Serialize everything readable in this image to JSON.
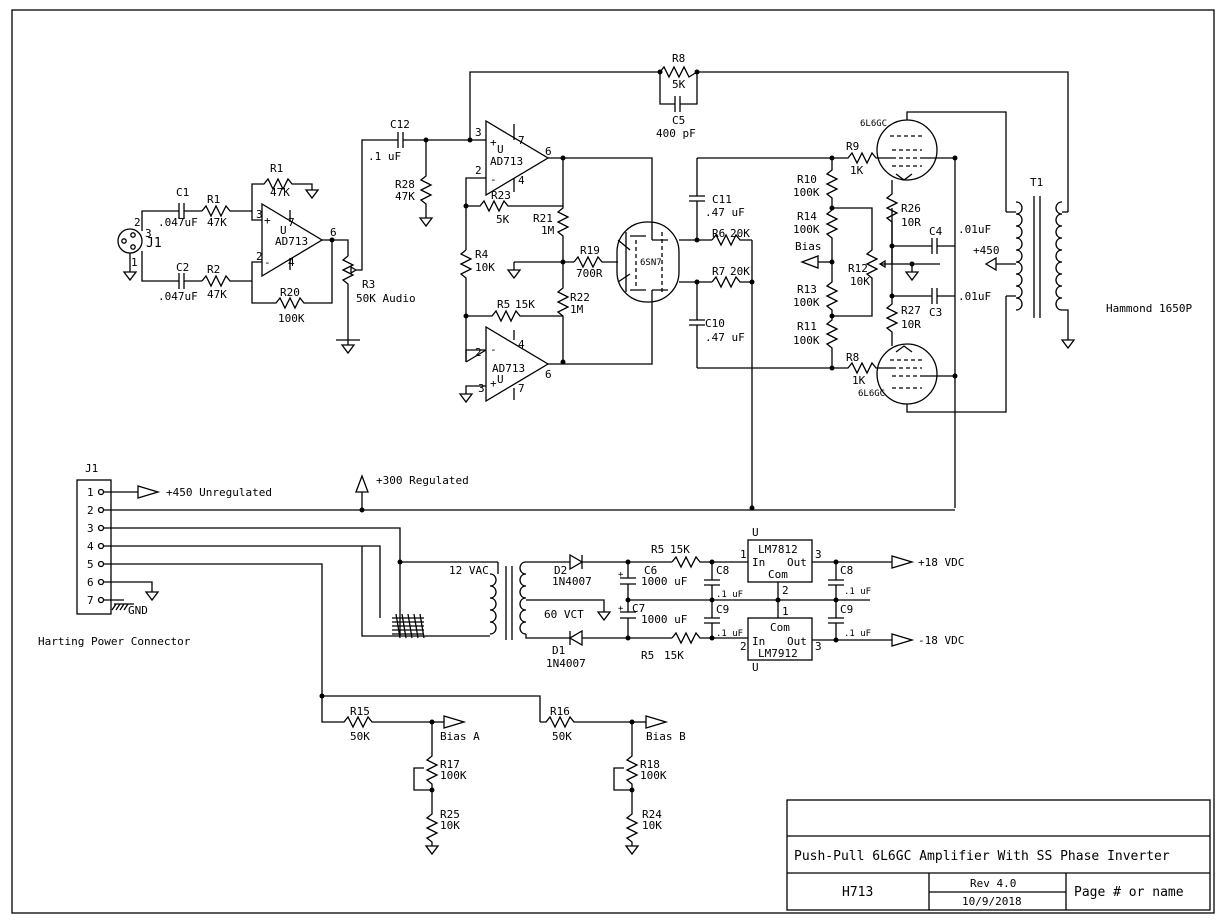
{
  "schematic": {
    "input_jack": {
      "ref": "J1",
      "pins": [
        "2",
        "3",
        "1"
      ]
    },
    "input_stage": {
      "C1": {
        "ref": "C1",
        "value": ".047uF"
      },
      "C2": {
        "ref": "C2",
        "value": ".047uF"
      },
      "R1a": {
        "ref": "R1",
        "value": "47K"
      },
      "R1b": {
        "ref": "R1",
        "value": "47K"
      },
      "R2": {
        "ref": "R2",
        "value": "47K"
      },
      "R20": {
        "ref": "R20",
        "value": "100K"
      },
      "R3": {
        "ref": "R3",
        "value": "50K Audio"
      },
      "opamp": {
        "name": "AD713",
        "unit": "U",
        "pins": [
          "3",
          "2",
          "7",
          "4",
          "6"
        ]
      }
    },
    "coupling": {
      "C12": {
        "ref": "C12",
        "value": ".1 uF"
      },
      "R28": {
        "ref": "R28",
        "value": "47K"
      }
    },
    "phase_inverter": {
      "opamp_top": {
        "name": "AD713",
        "unit": "U",
        "pins": [
          "3",
          "2",
          "7",
          "4",
          "6"
        ]
      },
      "opamp_bottom": {
        "name": "AD713",
        "unit": "U",
        "pins": [
          "2",
          "3",
          "4",
          "7",
          "6"
        ]
      },
      "R23": {
        "ref": "R23",
        "value": "5K"
      },
      "R21": {
        "ref": "R21",
        "value": "1M"
      },
      "R4": {
        "ref": "R4",
        "value": "10K"
      },
      "R5": {
        "ref": "R5",
        "value": "15K"
      },
      "R22": {
        "ref": "R22",
        "value": "1M"
      },
      "R19": {
        "ref": "R19",
        "value": "700R"
      }
    },
    "feedback": {
      "R8": {
        "ref": "R8",
        "value": "5K"
      },
      "C5": {
        "ref": "C5",
        "value": "400 pF"
      }
    },
    "driver_tube": {
      "name": "6SN7"
    },
    "driver_out": {
      "C11": {
        "ref": "C11",
        "value": ".47 uF"
      },
      "C10": {
        "ref": "C10",
        "value": ".47 uF"
      },
      "R6": {
        "ref": "R6",
        "value": "20K"
      },
      "R7": {
        "ref": "R7",
        "value": "20K"
      }
    },
    "bias_network": {
      "R10": {
        "ref": "R10",
        "value": "100K"
      },
      "R14": {
        "ref": "R14",
        "value": "100K"
      },
      "R13": {
        "ref": "R13",
        "value": "100K"
      },
      "R11": {
        "ref": "R11",
        "value": "100K"
      },
      "R12": {
        "ref": "R12",
        "value": "10K"
      },
      "bias_label": "Bias"
    },
    "output_stage": {
      "tube_top": "6L6GC",
      "tube_bottom": "6L6GC",
      "R9": {
        "ref": "R9",
        "value": "1K"
      },
      "R8b": {
        "ref": "R8",
        "value": "1K"
      },
      "R26": {
        "ref": "R26",
        "value": "10R"
      },
      "R27": {
        "ref": "R27",
        "value": "10R"
      },
      "C4": {
        "ref": "C4",
        "value": ".01uF"
      },
      "C3": {
        "ref": "C3",
        "value": ".01uF"
      },
      "b_plus": "+450",
      "transformer": {
        "ref": "T1",
        "part": "Hammond 1650P"
      }
    },
    "power_connector": {
      "ref": "J1",
      "pins": [
        "1",
        "2",
        "3",
        "4",
        "5",
        "6",
        "7"
      ],
      "gnd": "GND",
      "label": "Harting Power Connector",
      "plus450": "+450 Unregulated",
      "plus300": "+300 Regulated"
    },
    "low_voltage_supply": {
      "xfmr_sec": "12 VAC",
      "ct": "60 VCT",
      "D2": {
        "ref": "D2",
        "value": "1N4007"
      },
      "D1": {
        "ref": "D1",
        "value": "1N4007"
      },
      "R5a": {
        "ref": "R5",
        "value": "15K"
      },
      "R5b": {
        "ref": "R5",
        "value": "15K"
      },
      "C6": {
        "ref": "C6",
        "value": "1000 uF"
      },
      "C7": {
        "ref": "C7",
        "value": "1000 uF"
      },
      "C8a": {
        "ref": "C8",
        "value": ".1 uF"
      },
      "C9a": {
        "ref": "C9",
        "value": ".1 uF"
      },
      "C8b": {
        "ref": "C8",
        "value": ".1 uF"
      },
      "C9b": {
        "ref": "C9",
        "value": ".1 uF"
      },
      "reg_pos": {
        "name": "LM7812",
        "unit": "U",
        "in": "In",
        "out": "Out",
        "com": "Com",
        "pins": [
          "1",
          "3",
          "2"
        ]
      },
      "reg_neg": {
        "name": "LM7912",
        "unit": "U",
        "in": "In",
        "out": "Out",
        "com": "Com",
        "pins": [
          "2",
          "3",
          "1"
        ]
      },
      "pos_out": "+18 VDC",
      "neg_out": "-18 VDC"
    },
    "bias_supplies": {
      "R15": {
        "ref": "R15",
        "value": "50K"
      },
      "R16": {
        "ref": "R16",
        "value": "50K"
      },
      "R17": {
        "ref": "R17",
        "value": "100K"
      },
      "R18": {
        "ref": "R18",
        "value": "100K"
      },
      "R25": {
        "ref": "R25",
        "value": "10K"
      },
      "R24": {
        "ref": "R24",
        "value": "10K"
      },
      "bias_a": "Bias A",
      "bias_b": "Bias B"
    }
  },
  "title_block": {
    "title": "Push-Pull 6L6GC Amplifier With SS Phase Inverter",
    "doc_number": "H713",
    "revision": "Rev 4.0",
    "date": "10/9/2018",
    "page": "Page # or name"
  }
}
